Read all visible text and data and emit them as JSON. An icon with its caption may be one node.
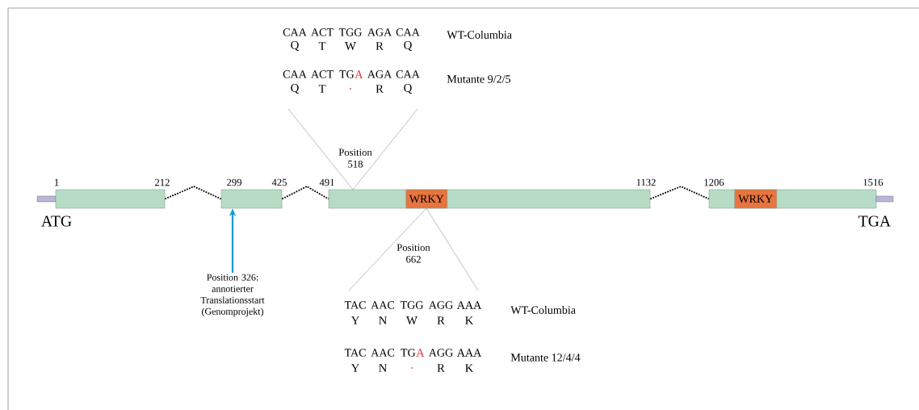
{
  "diagram": {
    "nodes": [
      {
        "text": [],
        "shape": "bar"
      },
      {
        "text": [],
        "shape": "box"
      },
      {
        "text": [],
        "shape": "box"
      },
      {
        "text": [],
        "shape": "box"
      },
      {
        "text": [
          "WRKY"
        ],
        "in": 3
      },
      {
        "text": [],
        "shape": "box"
      },
      {
        "text": [
          "WRKY"
        ],
        "in": 5
      },
      {
        "text": [],
        "shape": "bar"
      },
      {
        "text": [
          "Position 326: annotierter Translationsstart (Genomprojekt)"
        ]
      }
    ],
    "edges": [
      {
        "from": 1,
        "to": 2,
        "arrow": "none",
        "style": "dashed"
      },
      {
        "from": 2,
        "to": 3,
        "arrow": "none",
        "style": "dashed"
      },
      {
        "from": 3,
        "to": 5,
        "arrow": "none",
        "style": "dashed"
      },
      {
        "from": 8,
        "to": 2,
        "arrow": "to",
        "color": "#1a9ad6"
      }
    ],
    "labels": [
      "CAA",
      "ACT",
      "TGG",
      "AGA",
      "CAA",
      "WT-Columbia",
      "Q",
      "T",
      "W",
      "R",
      "Q",
      "CAA",
      "ACT",
      "TG",
      "A",
      "AGA",
      "CAA",
      "Mutante 9/2/5",
      "Q",
      "T",
      ".",
      "R",
      "Q",
      "Position 518",
      "1",
      "212",
      "299",
      "425",
      "491",
      "1132",
      "1206",
      "1516",
      "ATG",
      "TGA",
      "Position 662",
      "TAC",
      "AAC",
      "TGG",
      "AGG",
      "AAA",
      "WT-Columbia",
      "Y",
      "N",
      "W",
      "R",
      "K",
      "TAC",
      "AAC",
      "TG",
      "A",
      "AGG",
      "AAA",
      "Mutante 12/4/4",
      "Y",
      "N",
      ".",
      "R",
      "K"
    ]
  }
}
